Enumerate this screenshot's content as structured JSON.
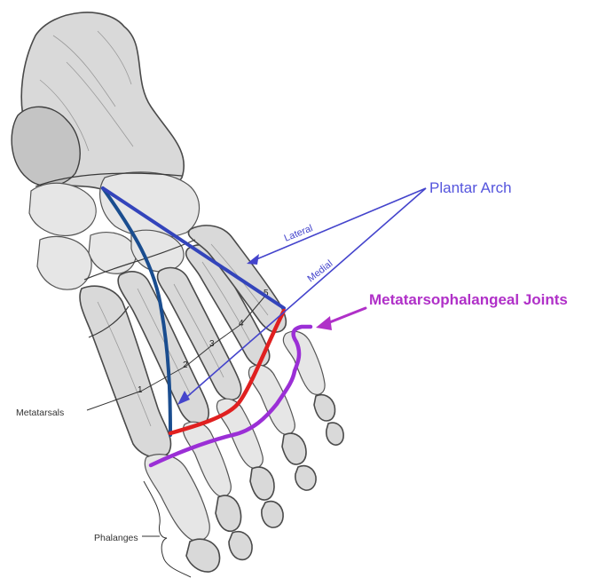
{
  "labels": {
    "plantar_arch": "Plantar Arch",
    "lateral": "Lateral",
    "medial": "Medial",
    "mtp_joints": "Metatarsophalangeal Joints",
    "metatarsals": "Metatarsals",
    "phalanges": "Phalanges",
    "numbers": [
      "1",
      "2",
      "3",
      "4",
      "5"
    ]
  },
  "colors": {
    "plantar_arch_text": "#5555dd",
    "lateral_arch_line": "#3344bb",
    "medial_arch_line": "#1a4d8f",
    "annotation_line": "#4444cc",
    "mtp_text": "#b030c8",
    "mtp_line": "#9b2fd6",
    "red_line": "#e02020"
  }
}
